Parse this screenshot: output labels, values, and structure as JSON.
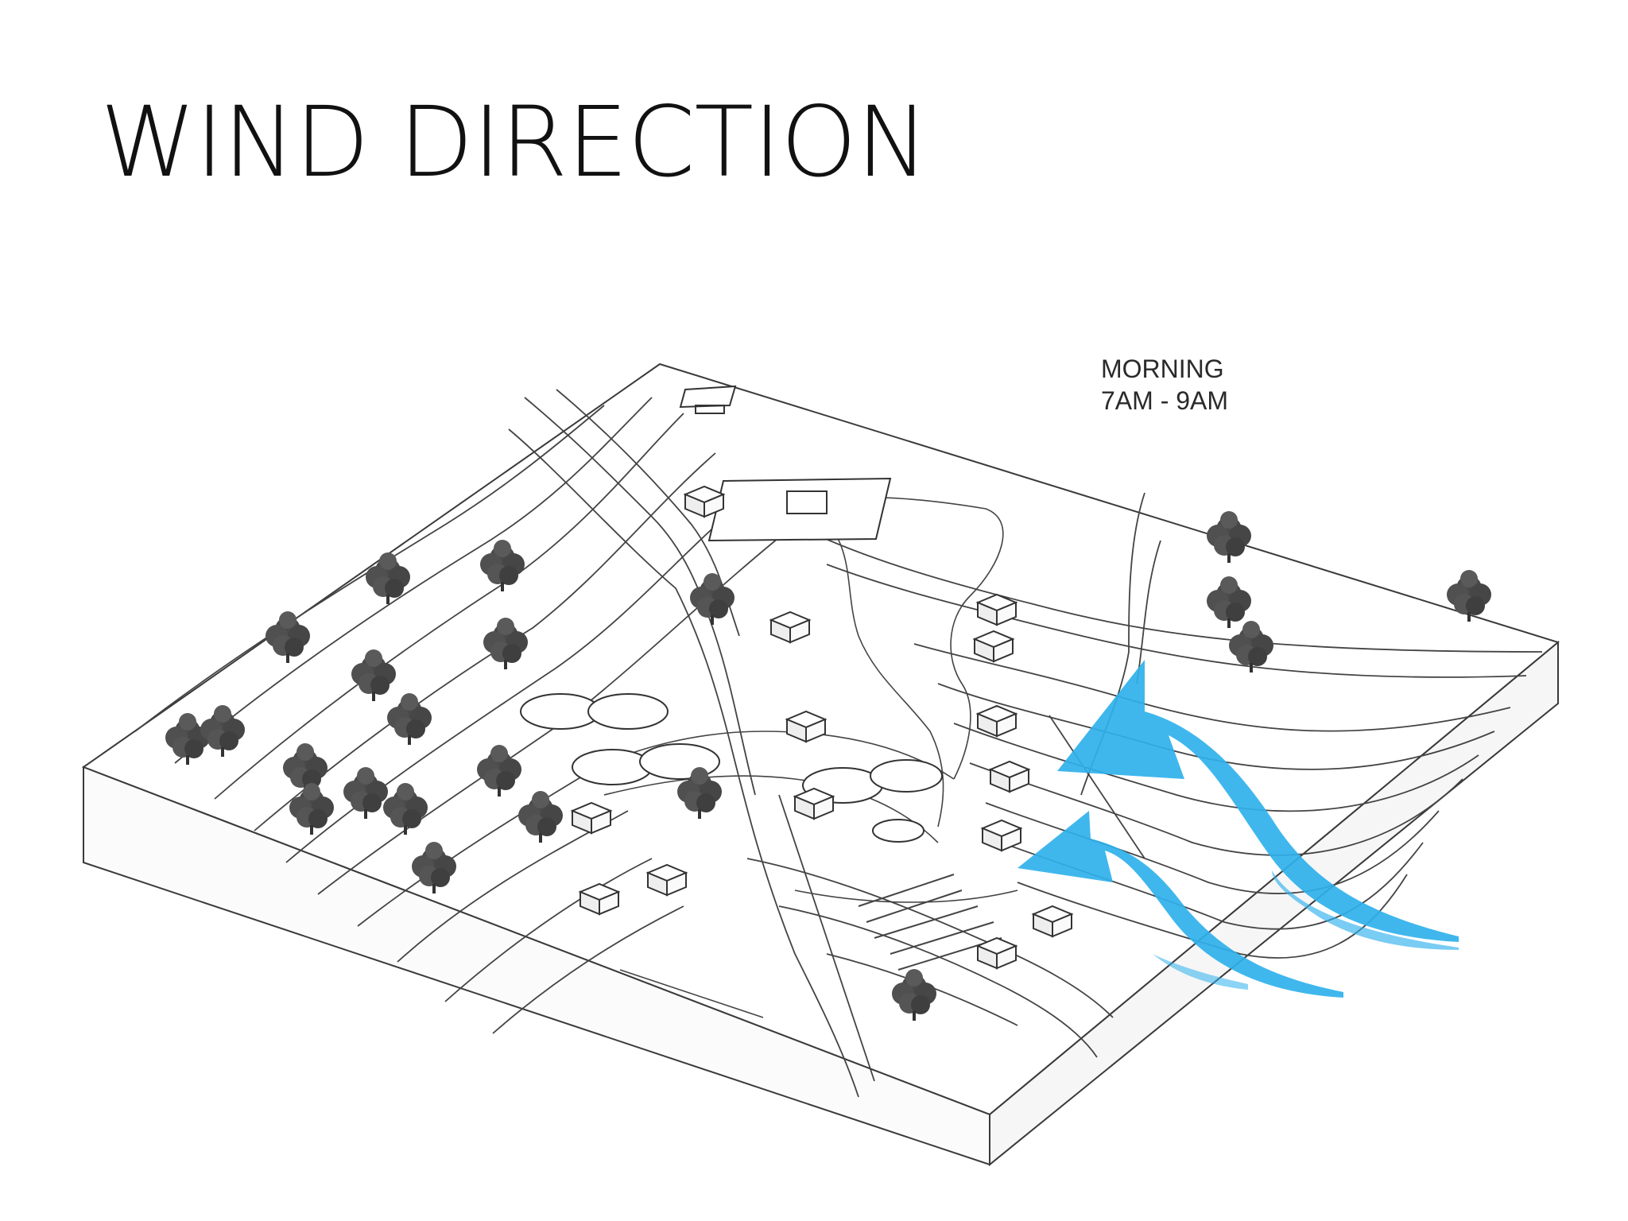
{
  "slide": {
    "title": "WIND DIRECTION"
  },
  "diagram": {
    "time_label": {
      "line1": "MORNING",
      "line2": "7AM - 9AM"
    },
    "colors": {
      "wind": "#2fb1ec",
      "outline": "#3a3a3a",
      "tree": "#4a4a4a",
      "background": "#ffffff"
    },
    "icons": [
      "tree-icon",
      "building-icon",
      "wind-arrow-icon"
    ]
  }
}
